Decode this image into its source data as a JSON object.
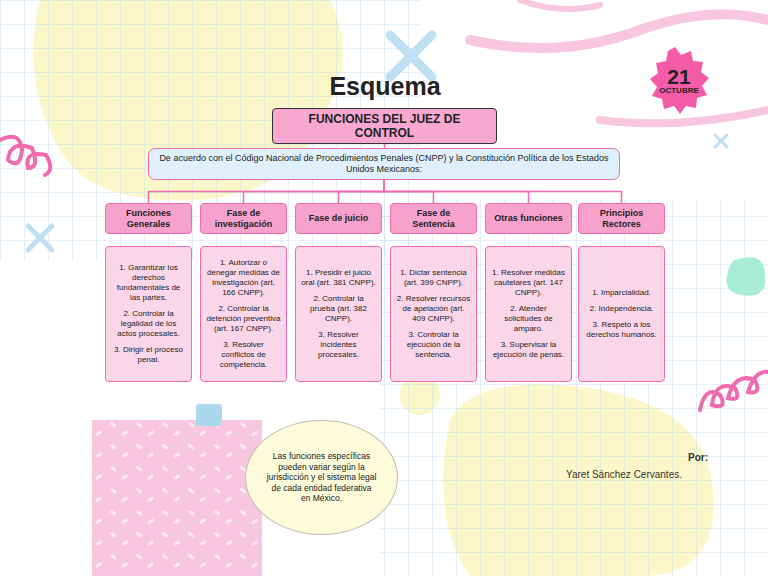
{
  "diagram": {
    "title": "Esquema",
    "nodes": [
      {
        "text": [
          "21",
          "OCTUBRE"
        ]
      },
      {
        "text": [
          "FUNCIONES DEL JUEZ DE CONTROL"
        ]
      },
      {
        "text": [
          "De acuerdo con el Código Nacional de Procedimientos Penales (CNPP) y la Constitución Política de los Estados Unidos Mexicanos:"
        ]
      },
      {
        "text": [
          "Funciones Generales"
        ]
      },
      {
        "text": [
          "Fase de investigación"
        ]
      },
      {
        "text": [
          "Fase de juicio"
        ]
      },
      {
        "text": [
          "Fase de Sentencia"
        ]
      },
      {
        "text": [
          "Otras funciones"
        ]
      },
      {
        "text": [
          "Principios Rectores"
        ]
      },
      {
        "text": [
          "1. Garantizar los derechos fundamentales de las partes.",
          "2. Controlar la legalidad de los actos procesales.",
          "3. Dirigir el proceso penal."
        ]
      },
      {
        "text": [
          "1. Autorizar o denegar medidas de investigación (art. 166 CNPP).",
          "2. Controlar la detención preventiva (art. 167 CNPP).",
          "3. Resolver conflictos de competencia."
        ]
      },
      {
        "text": [
          "1. Presidir el juicio oral (art. 381 CNPP).",
          "2. Controlar la prueba (art. 382 CNPP).",
          "3. Resolver incidentes procesales."
        ]
      },
      {
        "text": [
          "1. Dictar sentencia (art. 399 CNPP).",
          "2. Resolver recursos de apelación (art. 409 CNPP).",
          "3. Controlar la ejecución de la sentencia."
        ]
      },
      {
        "text": [
          "1. Resolver medidas cautelares (art. 147 CNPP).",
          "2. Atender solicitudes de amparo.",
          "3. Supervisar la ejecución de penas."
        ]
      },
      {
        "text": [
          "1. Imparcialidad.",
          "2. Independencia.",
          "3. Respeto a los derechos humanos."
        ]
      },
      {
        "text": [
          "Las funciones específicas pueden variar según la jurisdicción y el sistema legal de cada entidad federativa en México."
        ]
      }
    ],
    "edges": [
      {
        "from": 1,
        "to": 2,
        "arrow": "none"
      },
      {
        "from": 2,
        "to": 3,
        "arrow": "none"
      },
      {
        "from": 2,
        "to": 4,
        "arrow": "none"
      },
      {
        "from": 2,
        "to": 5,
        "arrow": "none"
      },
      {
        "from": 2,
        "to": 6,
        "arrow": "none"
      },
      {
        "from": 2,
        "to": 7,
        "arrow": "none"
      },
      {
        "from": 2,
        "to": 8,
        "arrow": "none"
      }
    ],
    "labels": [
      "Por:",
      "Yaret Sánchez Cervantes."
    ]
  }
}
